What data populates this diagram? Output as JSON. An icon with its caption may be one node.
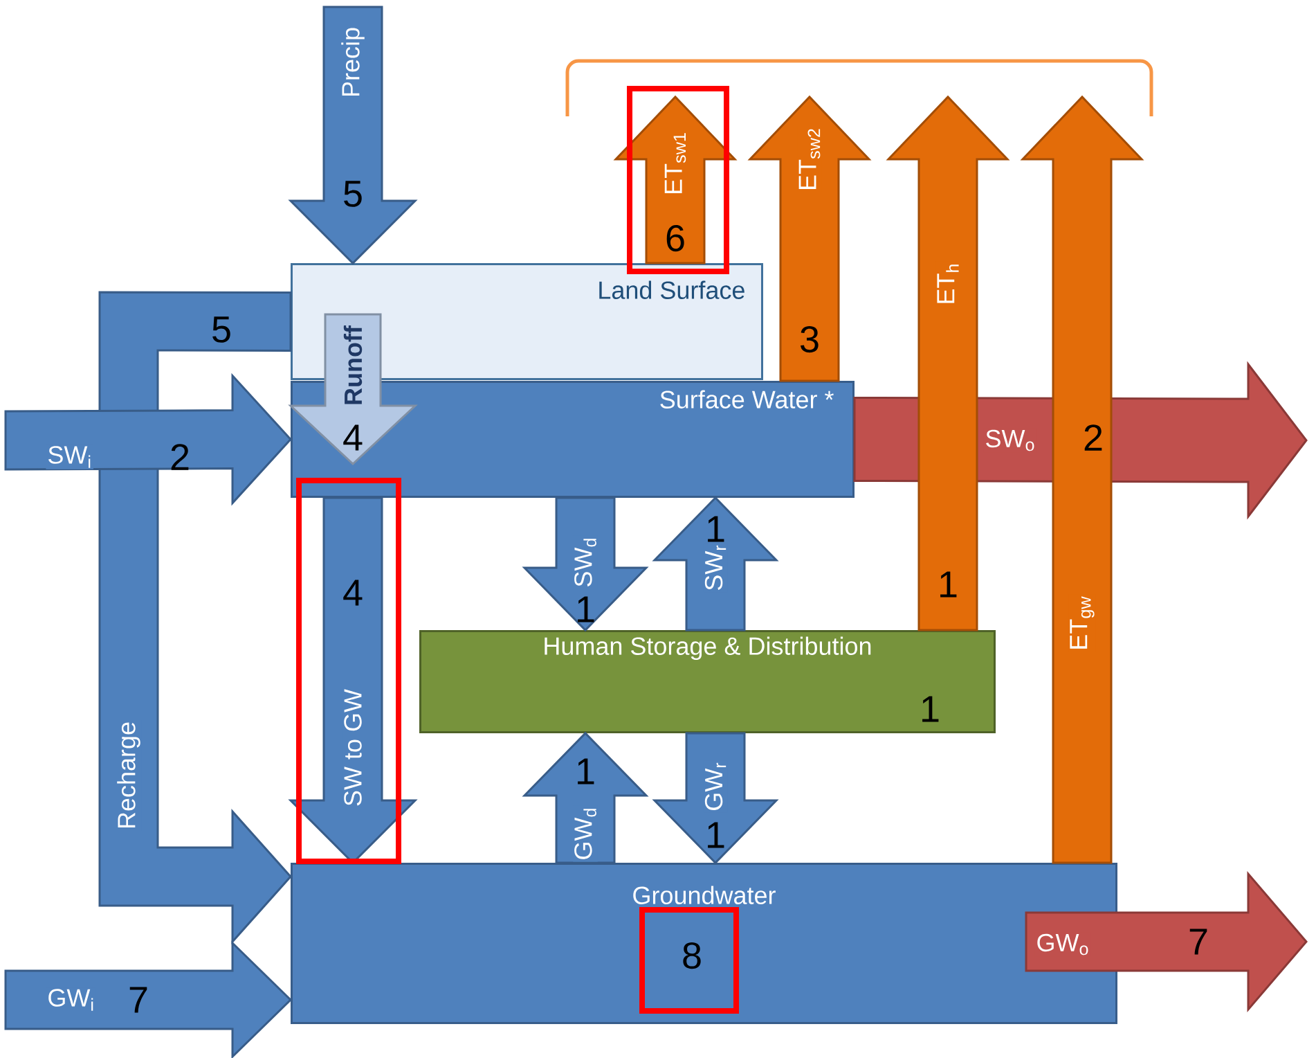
{
  "diagram": {
    "nodes": [
      {
        "text": [
          "Land Surface"
        ]
      },
      {
        "text": [
          "Surface Water *"
        ]
      },
      {
        "text": [
          "Human Storage & Distribution"
        ]
      },
      {
        "text": [
          "Groundwater"
        ]
      }
    ],
    "edges": [
      {
        "from": null,
        "to": 0,
        "arrow": "to",
        "label": "Precip"
      },
      {
        "from": 0,
        "to": null,
        "arrow": "to",
        "label": "ET$_{sw1}$",
        "color": "#e36c09"
      },
      {
        "from": 1,
        "to": null,
        "arrow": "to",
        "label": "ET$_{sw2}$",
        "color": "#e36c09"
      },
      {
        "from": 2,
        "to": null,
        "arrow": "to",
        "label": "ET$_{h}$",
        "color": "#e36c09"
      },
      {
        "from": 3,
        "to": null,
        "arrow": "to",
        "label": "ET$_{gw}$",
        "color": "#e36c09"
      },
      {
        "from": 0,
        "to": 3,
        "arrow": "to",
        "label": "Recharge"
      },
      {
        "from": null,
        "to": 1,
        "arrow": "to",
        "label": "SW$_{i}$"
      },
      {
        "from": 0,
        "to": 1,
        "arrow": "to",
        "label": "Runoff",
        "color": "#b4c8e4"
      },
      {
        "from": 1,
        "to": null,
        "arrow": "to",
        "label": "SW$_{o}$",
        "color": "#c0504d"
      },
      {
        "from": 1,
        "to": 3,
        "arrow": "to",
        "label": "SW to GW"
      },
      {
        "from": 1,
        "to": 2,
        "arrow": "to",
        "label": "SW$_{d}$"
      },
      {
        "from": 2,
        "to": 1,
        "arrow": "to",
        "label": "SW$_{r}$"
      },
      {
        "from": 3,
        "to": 2,
        "arrow": "to",
        "label": "GW$_{d}$"
      },
      {
        "from": 2,
        "to": 3,
        "arrow": "to",
        "label": "GW$_{r}$"
      },
      {
        "from": null,
        "to": 3,
        "arrow": "to",
        "label": "GW$_{i}$"
      },
      {
        "from": 3,
        "to": null,
        "arrow": "to",
        "label": "GW$_{o}$",
        "color": "#c0504d"
      }
    ],
    "labels": [
      "5",
      "6",
      "5",
      "3",
      "2",
      "4",
      "2",
      "1",
      "4",
      "1",
      "1",
      "1",
      "1",
      "1",
      "8",
      "7",
      "7"
    ]
  }
}
